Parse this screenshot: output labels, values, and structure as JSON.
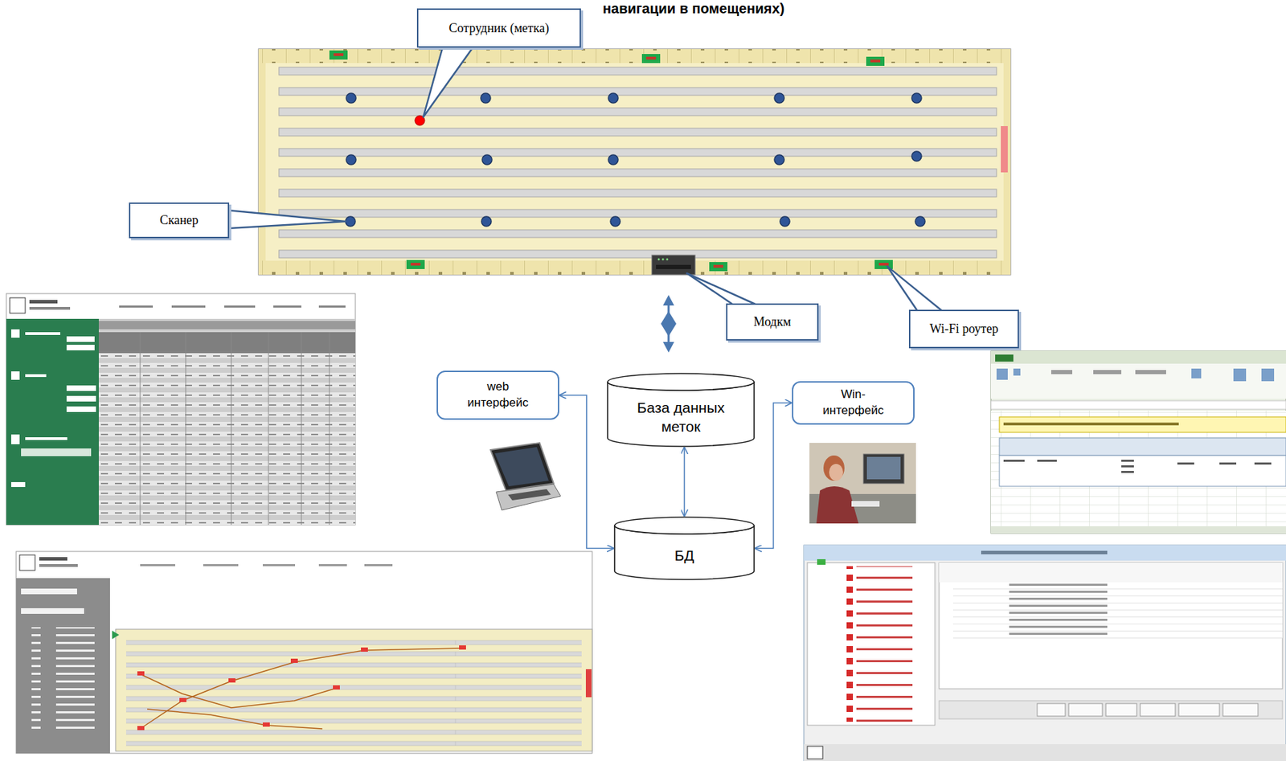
{
  "diagram": {
    "title": "навигации в помещениях)",
    "nodes": [
      {
        "text": [
          "Сотрудник (метка)"
        ]
      },
      {
        "text": [
          "Сканер"
        ]
      },
      {
        "text": [
          "Модкм"
        ]
      },
      {
        "text": [
          "Wi-Fi роутер"
        ]
      },
      {
        "text": [
          "web интерфейс"
        ]
      },
      {
        "text": [
          "База данных меток"
        ]
      },
      {
        "text": [
          "Win-интерфейс"
        ]
      },
      {
        "text": [
          "БД"
        ]
      }
    ],
    "edges": [
      {
        "from": 4,
        "to": 7,
        "arrow": "both"
      },
      {
        "from": 5,
        "to": 7,
        "arrow": "both"
      },
      {
        "from": 6,
        "to": 7,
        "arrow": "both"
      }
    ]
  }
}
